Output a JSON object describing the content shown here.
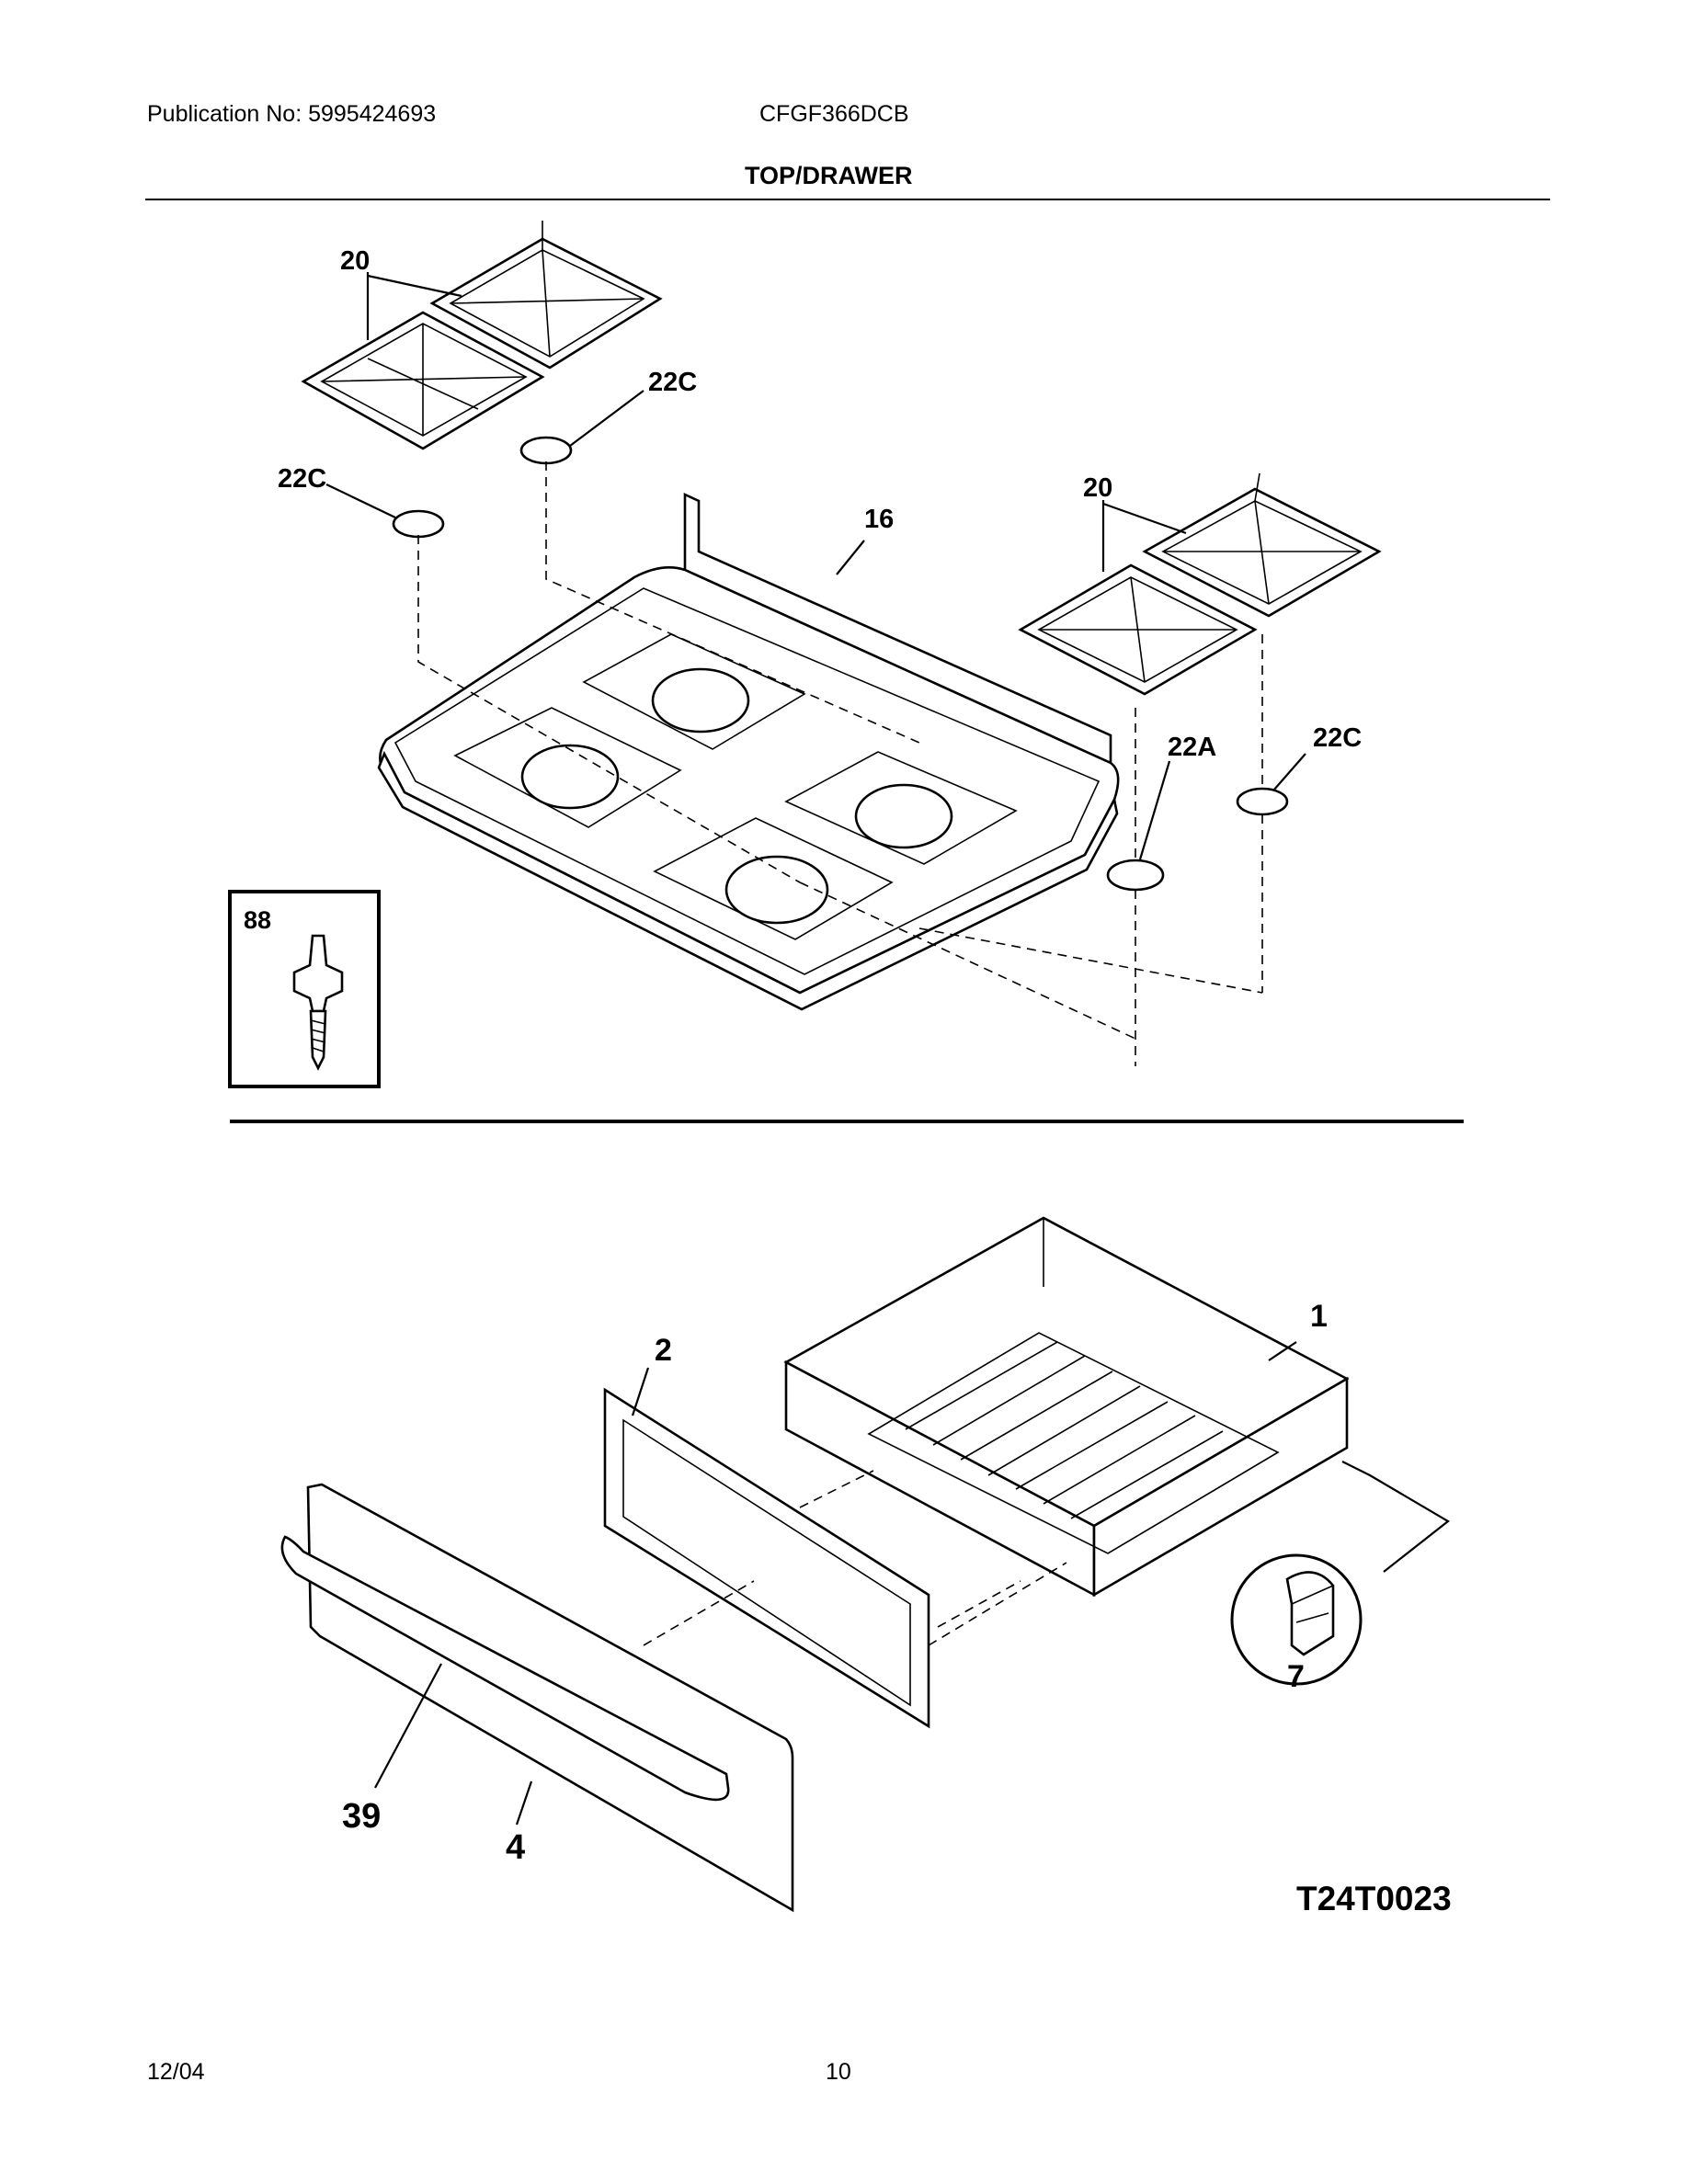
{
  "header": {
    "publication": "Publication No: 5995424693",
    "model": "CFGF366DCB",
    "section_title": "TOP/DRAWER"
  },
  "callouts": {
    "grate_left": "20",
    "grate_right": "20",
    "foot_upper": "22C",
    "foot_left": "22C",
    "foot_right": "22C",
    "foot_front": "22A",
    "cooktop": "16",
    "screw_inset": "88",
    "drawer_body": "1",
    "drawer_panel": "2",
    "drawer_clip": "7",
    "drawer_handle": "39",
    "drawer_front": "4"
  },
  "diagram_code": "T24T0023",
  "footer": {
    "date": "12/04",
    "page": "10"
  }
}
